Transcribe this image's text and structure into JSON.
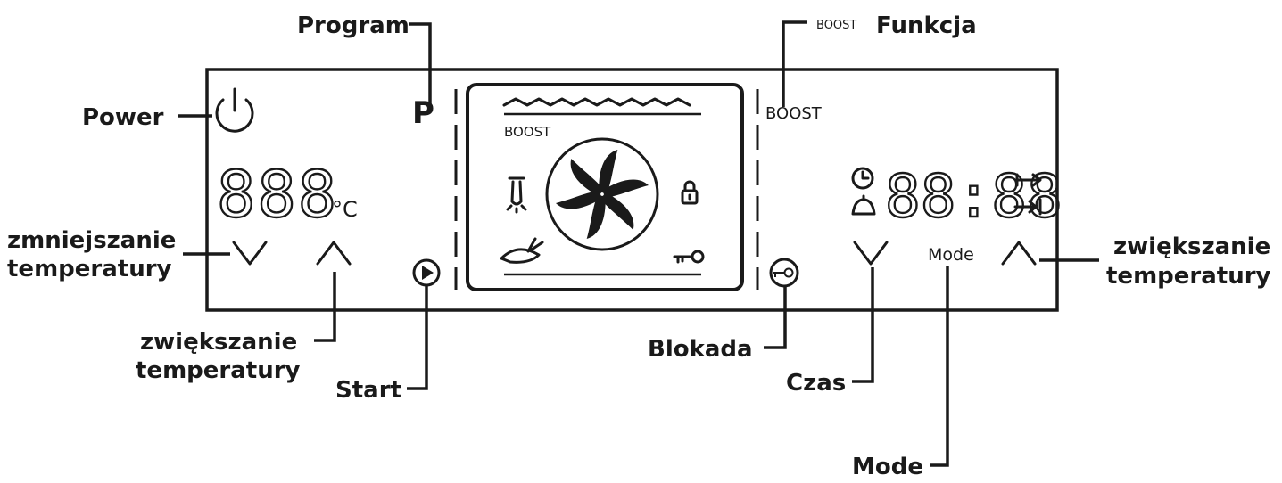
{
  "labels": {
    "program": "Program",
    "boost_prefix": "BOOST",
    "funkcja": "Funkcja",
    "power": "Power",
    "zmniejszanie_1": "zmniejszanie",
    "zmniejszanie_2": "temperatury",
    "zwiekszanie_left_1": "zwiększanie",
    "zwiekszanie_left_2": "temperatury",
    "start": "Start",
    "blokada": "Blokada",
    "czas": "Czas",
    "mode": "Mode",
    "zwiekszanie_right_1": "zwiększanie",
    "zwiekszanie_right_2": "temperatury"
  },
  "panel": {
    "program_letter": "P",
    "boost_right": "BOOST",
    "boost_screen": "BOOST",
    "temp_digits": "888",
    "temp_unit": "°C",
    "time_digits": "88:88",
    "mode_text": "Mode"
  },
  "icons": {
    "power": "power-icon",
    "start": "play-icon",
    "lock_button": "key-button-icon",
    "fan": "fan-icon",
    "lamp": "lamp-icon",
    "padlock": "padlock-icon",
    "key": "key-icon",
    "tray": "roasting-tray-icon",
    "clock": "clock-icon",
    "bell": "bell-icon",
    "arrow_start": "arrow-start-icon",
    "arrow_end": "arrow-end-icon",
    "down": "chevron-down-icon",
    "up": "chevron-up-icon"
  },
  "colors": {
    "ink": "#1a1a1a",
    "background": "#ffffff"
  }
}
